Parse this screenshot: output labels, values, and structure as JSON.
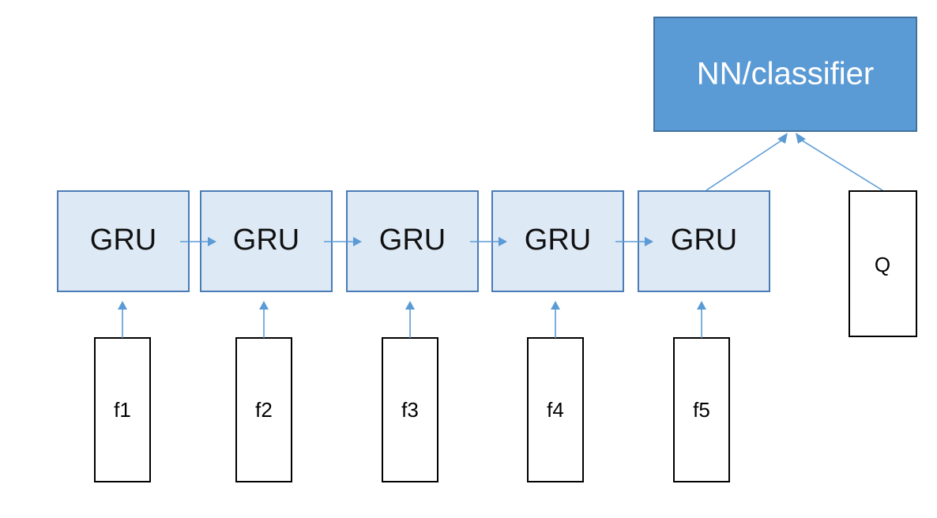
{
  "classifier": {
    "label": "NN/classifier"
  },
  "gru_cells": [
    {
      "label": "GRU"
    },
    {
      "label": "GRU"
    },
    {
      "label": "GRU"
    },
    {
      "label": "GRU"
    },
    {
      "label": "GRU"
    }
  ],
  "features": [
    {
      "label": "f1"
    },
    {
      "label": "f2"
    },
    {
      "label": "f3"
    },
    {
      "label": "f4"
    },
    {
      "label": "f5"
    }
  ],
  "question": {
    "label": "Q"
  },
  "colors": {
    "gru_fill": "#dee9f6",
    "gru_border": "#4a7cb5",
    "classifier_fill": "#5b9bd5",
    "arrow": "#5b9bd5"
  }
}
